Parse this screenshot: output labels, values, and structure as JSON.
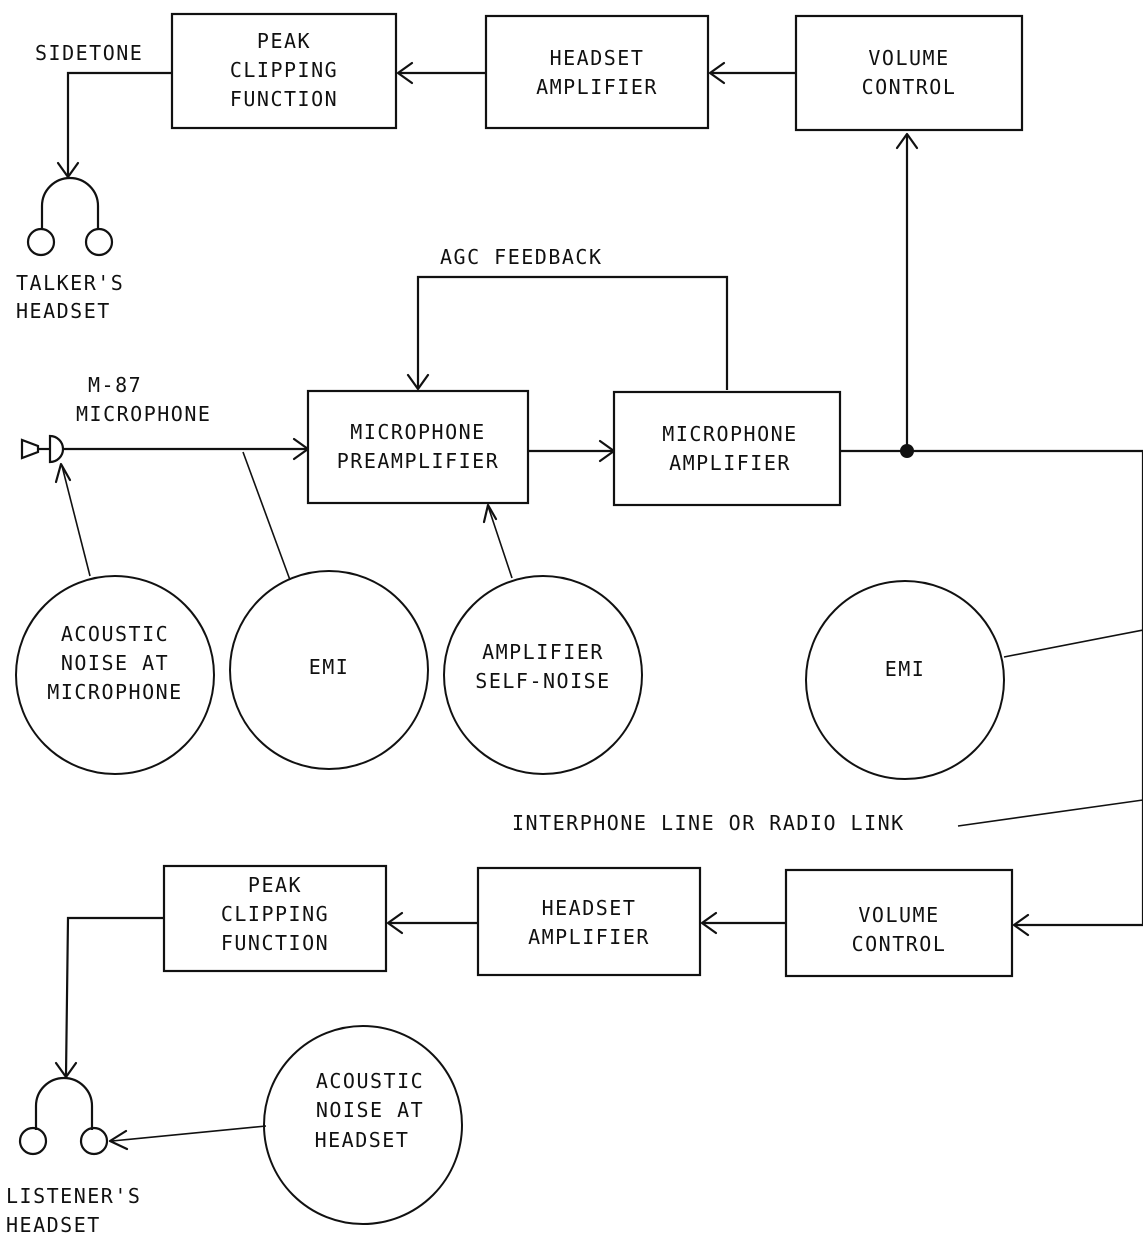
{
  "talker_path": {
    "sidetone_label": "SIDETONE",
    "peak_clipping": [
      "PEAK",
      "CLIPPING",
      "FUNCTION"
    ],
    "headset_amplifier": [
      "HEADSET",
      "AMPLIFIER"
    ],
    "volume_control": [
      "VOLUME",
      "CONTROL"
    ],
    "headset_label": [
      "TALKER'S",
      "HEADSET"
    ]
  },
  "agc_label": "AGC FEEDBACK",
  "microphone_label": [
    "M-87",
    "MICROPHONE"
  ],
  "mic_preamplifier": [
    "MICROPHONE",
    "PREAMPLIFIER"
  ],
  "mic_amplifier": [
    "MICROPHONE",
    "AMPLIFIER"
  ],
  "noise_sources": {
    "acoustic_mic": [
      "ACOUSTIC",
      "NOISE AT",
      "MICROPHONE"
    ],
    "emi_left": "EMI",
    "self_noise": [
      "AMPLIFIER",
      "SELF-NOISE"
    ],
    "emi_right": "EMI",
    "acoustic_headset": [
      "ACOUSTIC",
      "NOISE AT",
      "HEADSET"
    ]
  },
  "line_label": "INTERPHONE LINE OR RADIO LINK",
  "listener_path": {
    "peak_clipping": [
      "PEAK",
      "CLIPPING",
      "FUNCTION"
    ],
    "headset_amplifier": [
      "HEADSET",
      "AMPLIFIER"
    ],
    "volume_control": [
      "VOLUME",
      "CONTROL"
    ],
    "headset_label": [
      "LISTENER'S",
      "HEADSET"
    ]
  }
}
